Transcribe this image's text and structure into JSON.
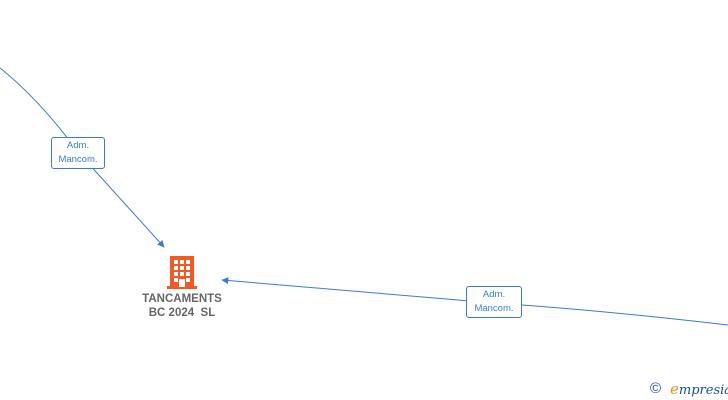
{
  "edges": [
    {
      "label_line1": "Adm.",
      "label_line2": "Mancom."
    },
    {
      "label_line1": "Adm.",
      "label_line2": "Mancom."
    }
  ],
  "company": {
    "name": "TANCAMENTS\nBC 2024  SL",
    "icon": "building-icon",
    "icon_color": "#f05a24"
  },
  "watermark": {
    "symbol": "©",
    "brand_initial": "e",
    "brand_rest": "mpresia"
  },
  "colors": {
    "edge": "#3a7bd5",
    "brand_blue": "#1a4f9c",
    "brand_orange": "#e6921e"
  }
}
